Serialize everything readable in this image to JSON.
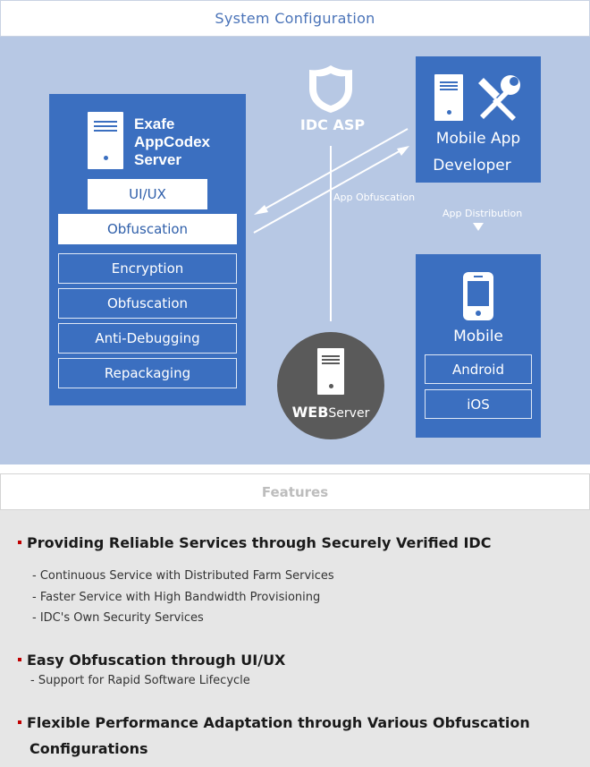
{
  "system": {
    "title": "System Configuration"
  },
  "exafe": {
    "title_lines": [
      "Exafe",
      "AppCodex",
      "Server"
    ],
    "uiux_label": "UI/UX",
    "obfuscation_label": "Obfuscation",
    "modules": [
      "Encryption",
      "Obfuscation",
      "Anti-Debugging",
      "Repackaging"
    ]
  },
  "idc": {
    "label": "IDC ASP",
    "icon": "shield-icon"
  },
  "flows": {
    "app_obfuscation": "App Obfuscation",
    "app_distribution": "App Distribution"
  },
  "developer": {
    "line1": "Mobile App",
    "line2": "Developer",
    "icon": "wrench-screwdriver-icon"
  },
  "mobile": {
    "label": "Mobile",
    "platforms": [
      "Android",
      "iOS"
    ],
    "icon": "smartphone-icon"
  },
  "web_server": {
    "bold": "WEB",
    "rest": "Server",
    "icon": "server-icon"
  },
  "features": {
    "title": "Features",
    "sections": [
      {
        "heading": "Providing Reliable Services through Securely Verified IDC",
        "items": [
          "- Continuous Service with Distributed Farm Services",
          "- Faster Service with High Bandwidth Provisioning",
          "- IDC's Own Security Services"
        ]
      },
      {
        "heading": "Easy Obfuscation through UI/UX",
        "items": [
          "- Support for Rapid Software Lifecycle"
        ]
      },
      {
        "heading_lines": [
          "Flexible Performance Adaptation through  Various Obfuscation",
          "Configurations"
        ]
      }
    ]
  },
  "colors": {
    "panel_blue": "#3b6fc0",
    "diagram_bg": "#b7c8e4",
    "web_circle": "#5a5a5a",
    "bullet_red": "#c00000"
  }
}
